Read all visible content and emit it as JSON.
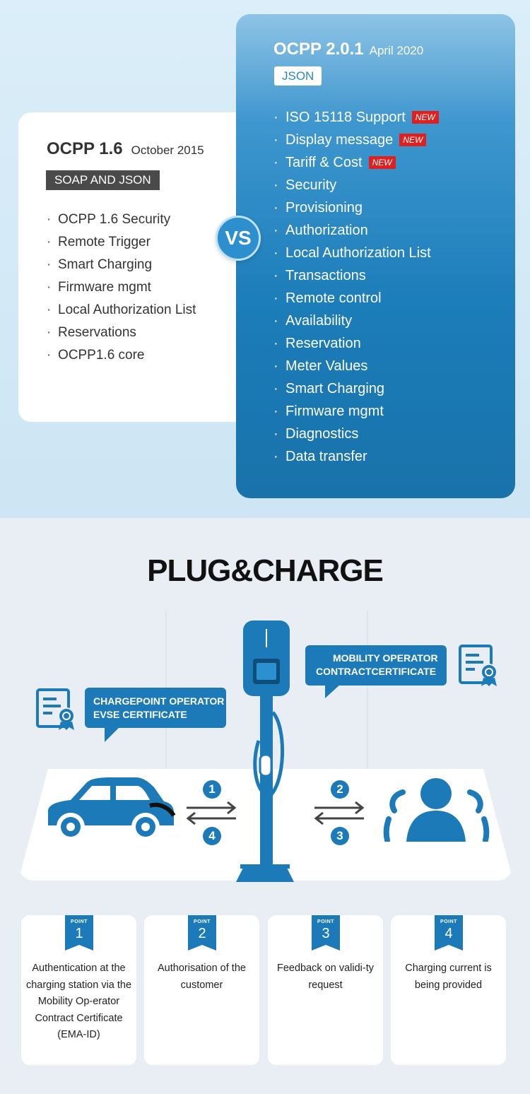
{
  "ocpp16": {
    "title": "OCPP 1.6",
    "date": "October 2015",
    "badge": "SOAP AND JSON",
    "items": [
      "OCPP 1.6 Security",
      "Remote Trigger",
      "Smart Charging",
      "Firmware mgmt",
      "Local Authorization List",
      "Reservations",
      "OCPP1.6 core"
    ]
  },
  "vs_label": "VS",
  "ocpp201": {
    "title": "OCPP 2.0.1",
    "date": "April 2020",
    "badge": "JSON",
    "new_label": "NEW",
    "items": [
      {
        "label": "ISO 15118 Support",
        "new": true
      },
      {
        "label": "Display message",
        "new": true
      },
      {
        "label": "Tariff & Cost",
        "new": true
      },
      {
        "label": "Security",
        "new": false
      },
      {
        "label": "Provisioning",
        "new": false
      },
      {
        "label": "Authorization",
        "new": false
      },
      {
        "label": "Local Authorization List",
        "new": false
      },
      {
        "label": "Transactions",
        "new": false
      },
      {
        "label": "Remote control",
        "new": false
      },
      {
        "label": "Availability",
        "new": false
      },
      {
        "label": "Reservation",
        "new": false
      },
      {
        "label": "Meter Values",
        "new": false
      },
      {
        "label": "Smart Charging",
        "new": false
      },
      {
        "label": "Firmware mgmt",
        "new": false
      },
      {
        "label": "Diagnostics",
        "new": false
      },
      {
        "label": "Data transfer",
        "new": false
      }
    ]
  },
  "plug_charge": {
    "title": "PLUG&CHARGE",
    "bubble_cpo_line1": "CHARGEPOINT OPERATOR",
    "bubble_cpo_line2": "EVSE CERTIFICATE",
    "bubble_mo_line1": "MOBILITY OPERATOR",
    "bubble_mo_line2": "CONTRACTCERTIFICATE",
    "steps": [
      "1",
      "4",
      "2",
      "3"
    ]
  },
  "points": {
    "small_label": "POINT",
    "items": [
      {
        "num": "1",
        "text": "Authentication at the charging station via the Mobility Op-erator Contract Certificate (EMA-ID)"
      },
      {
        "num": "2",
        "text": "Authorisation of the customer"
      },
      {
        "num": "3",
        "text": "Feedback on validi-ty request"
      },
      {
        "num": "4",
        "text": "Charging current is being provided"
      }
    ]
  },
  "colors": {
    "accent": "#1c7ab8",
    "new_tag": "#e01f1f",
    "badge_dark": "#4a4a4a"
  }
}
